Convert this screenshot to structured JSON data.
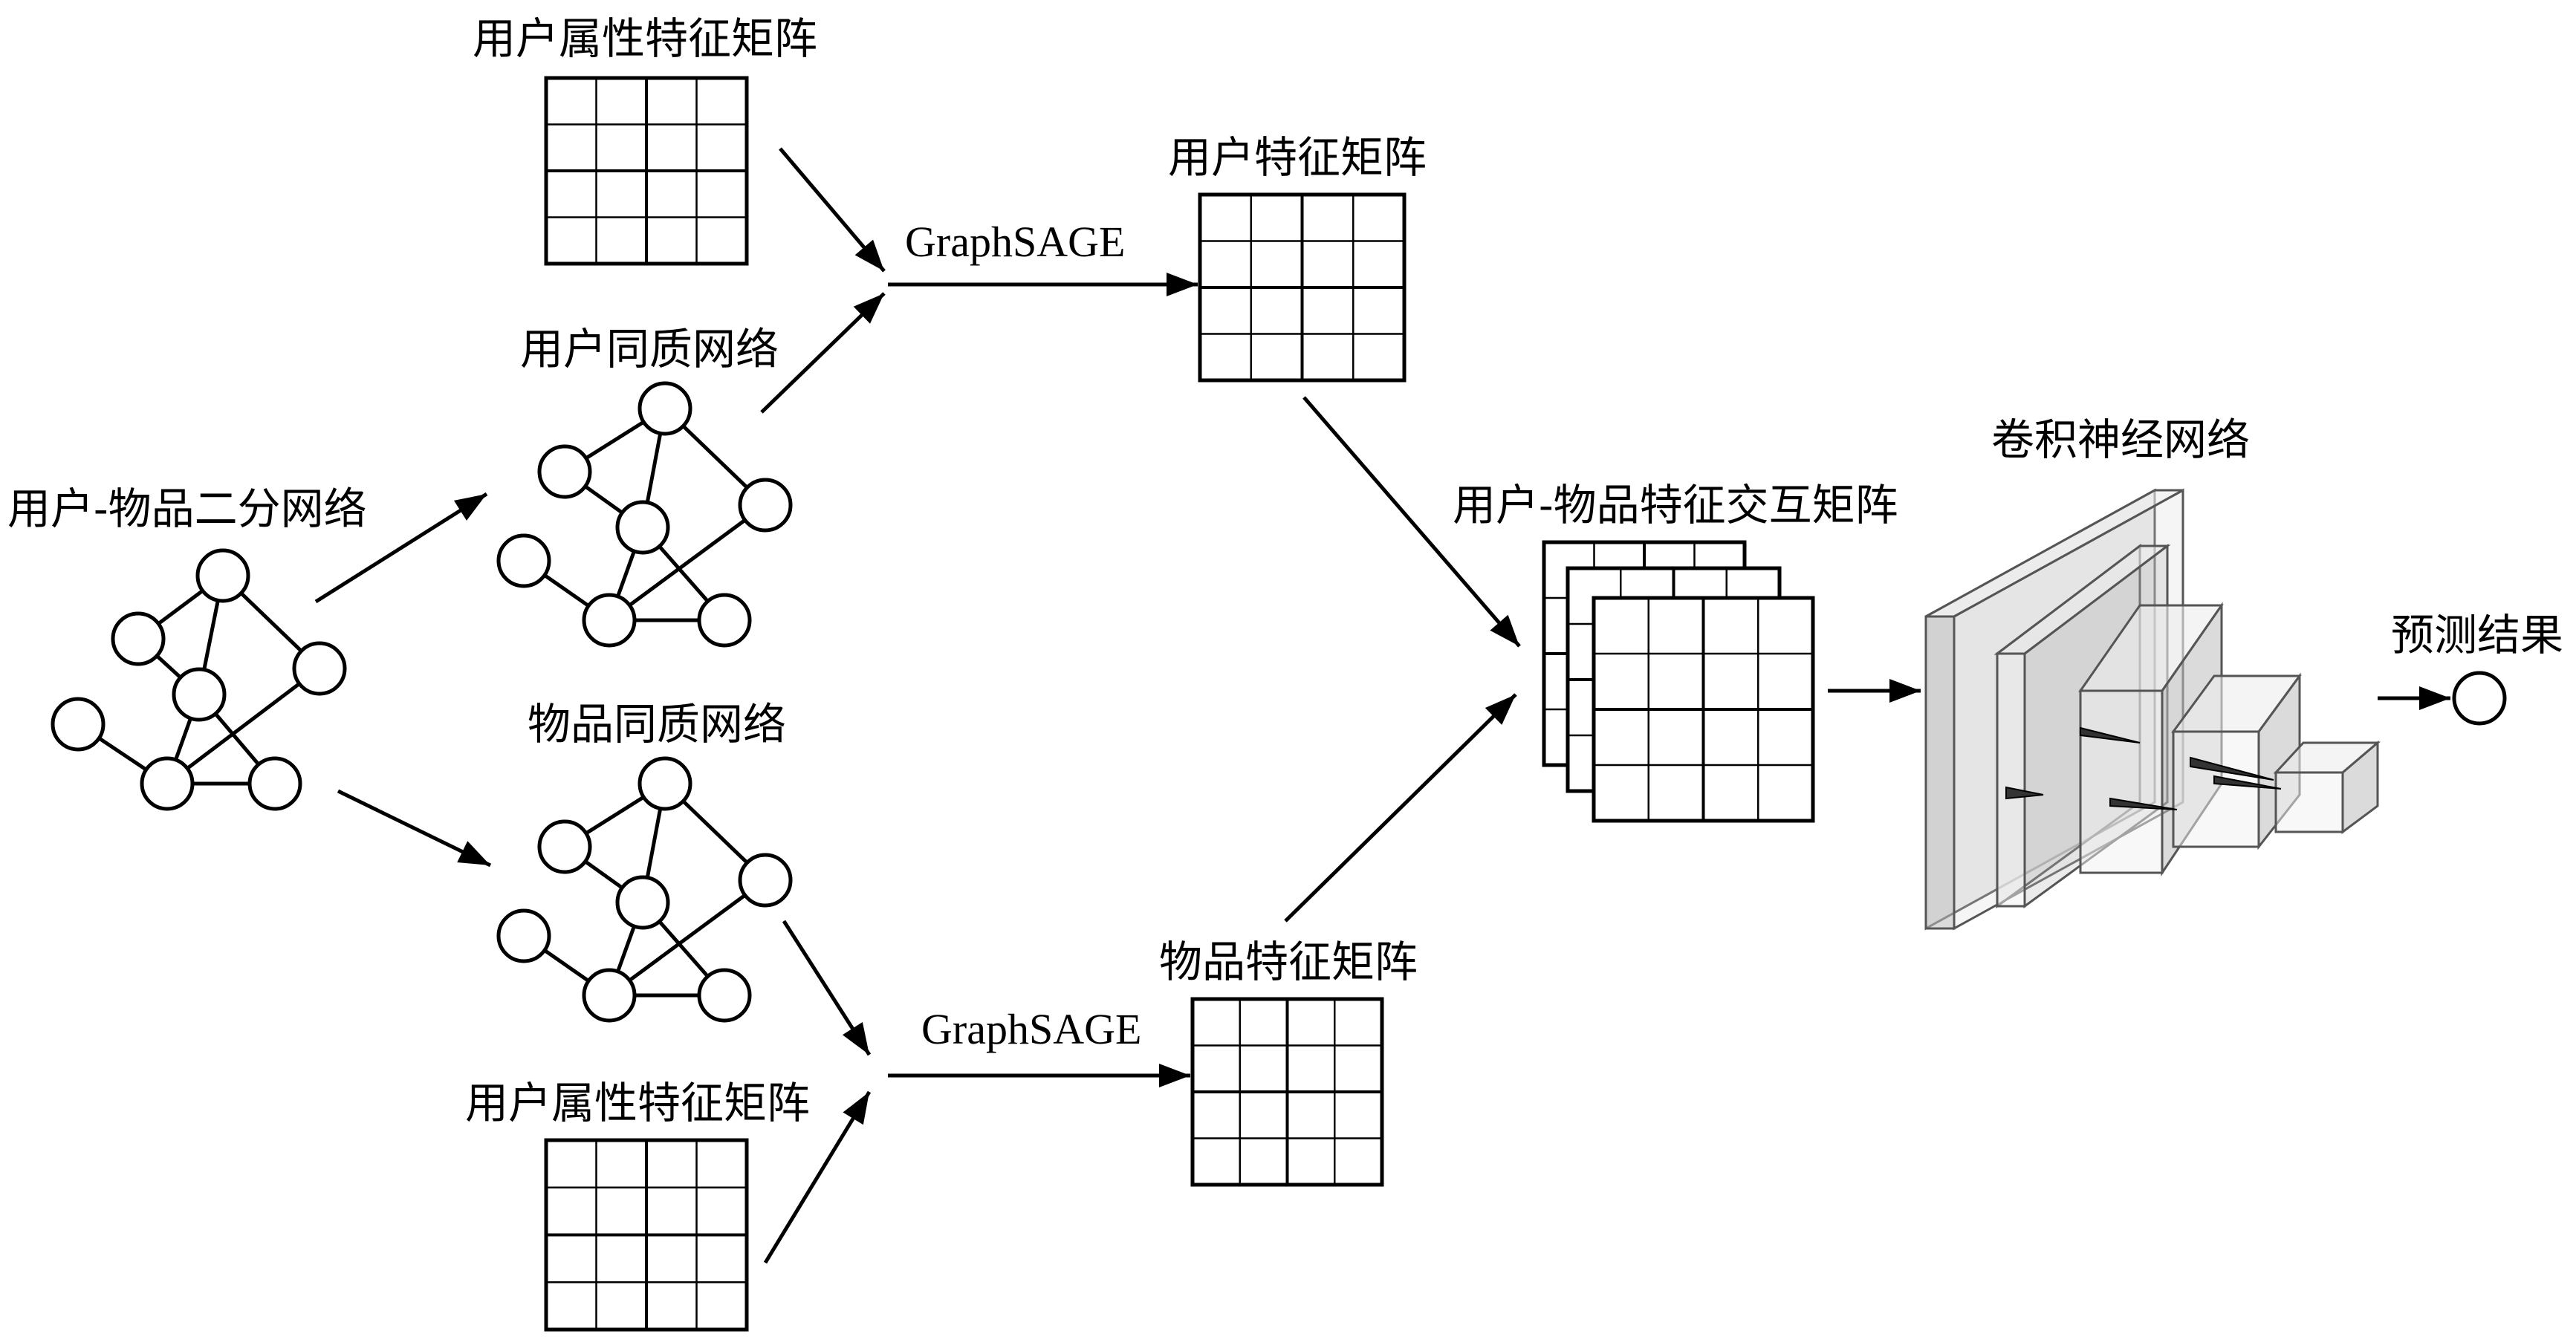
{
  "labels": {
    "bipartite_network": "用户-物品二分网络",
    "user_homo_network": "用户同质网络",
    "item_homo_network": "物品同质网络",
    "user_attr_matrix_top": "用户属性特征矩阵",
    "user_attr_matrix_bottom": "用户属性特征矩阵",
    "graphsage_top": "GraphSAGE",
    "graphsage_bottom": "GraphSAGE",
    "user_feature_matrix": "用户特征矩阵",
    "item_feature_matrix": "物品特征矩阵",
    "interaction_matrix": "用户-物品特征交互矩阵",
    "cnn": "卷积神经网络",
    "prediction": "预测结果"
  }
}
